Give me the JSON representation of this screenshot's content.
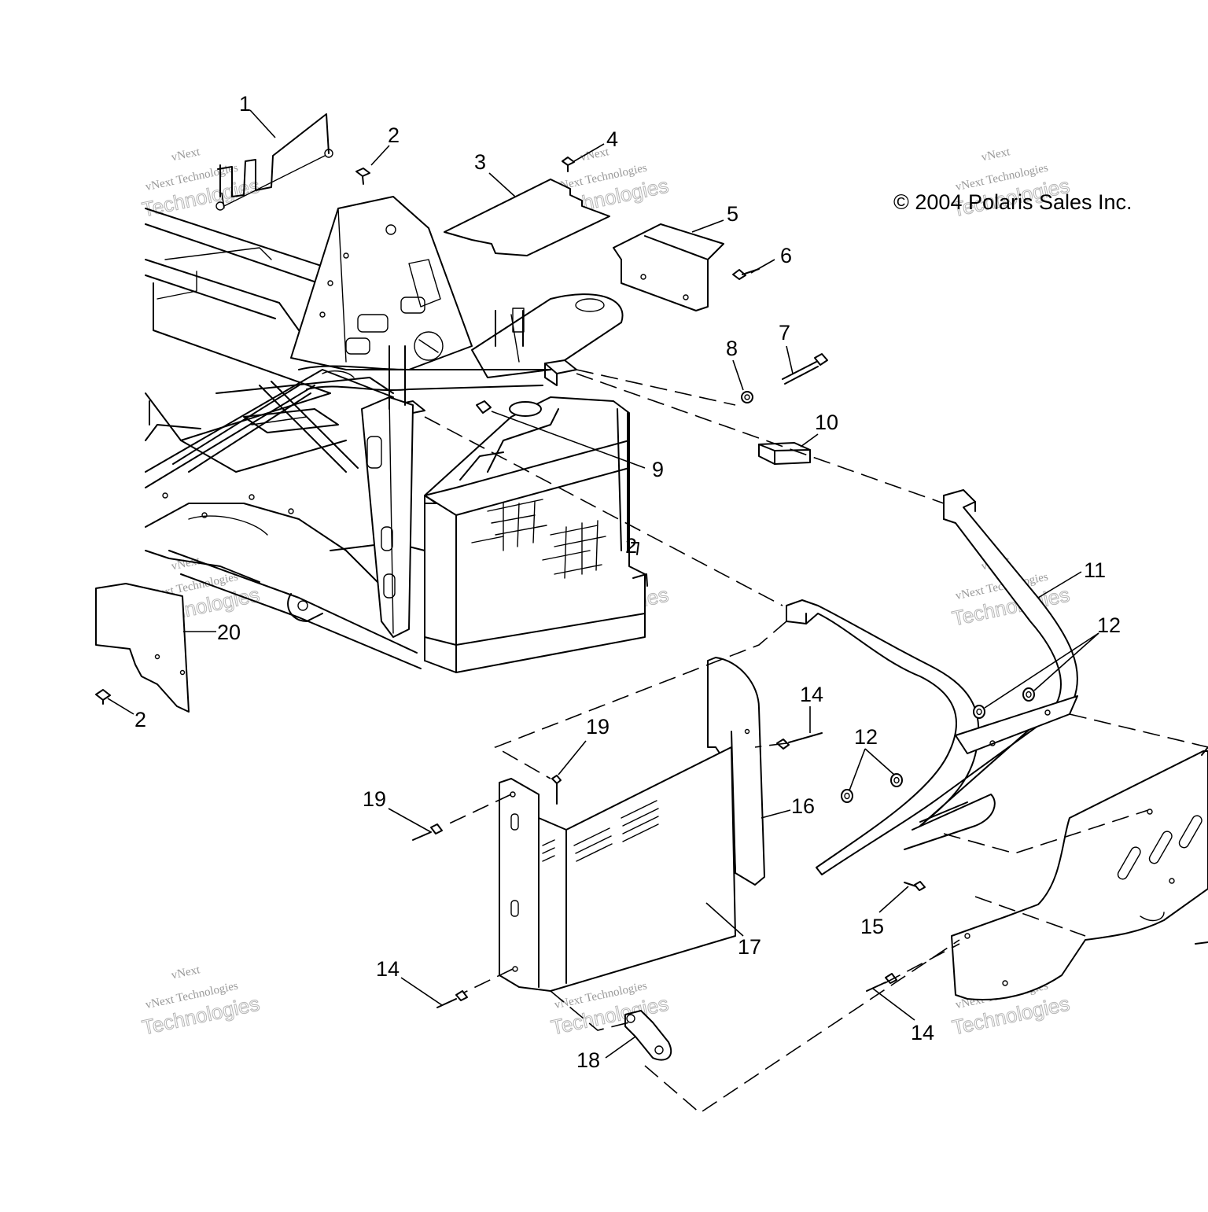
{
  "copyright": "© 2004 Polaris Sales Inc.",
  "watermark": {
    "line1": "vNext Technologies",
    "line2": "Technologies",
    "line3": "vNext"
  },
  "callouts": [
    "1",
    "2",
    "3",
    "4",
    "5",
    "6",
    "7",
    "8",
    "9",
    "10",
    "11",
    "12",
    "2",
    "14",
    "12",
    "16",
    "17",
    "18",
    "19",
    "19",
    "20",
    "2",
    "14",
    "14",
    "15"
  ]
}
